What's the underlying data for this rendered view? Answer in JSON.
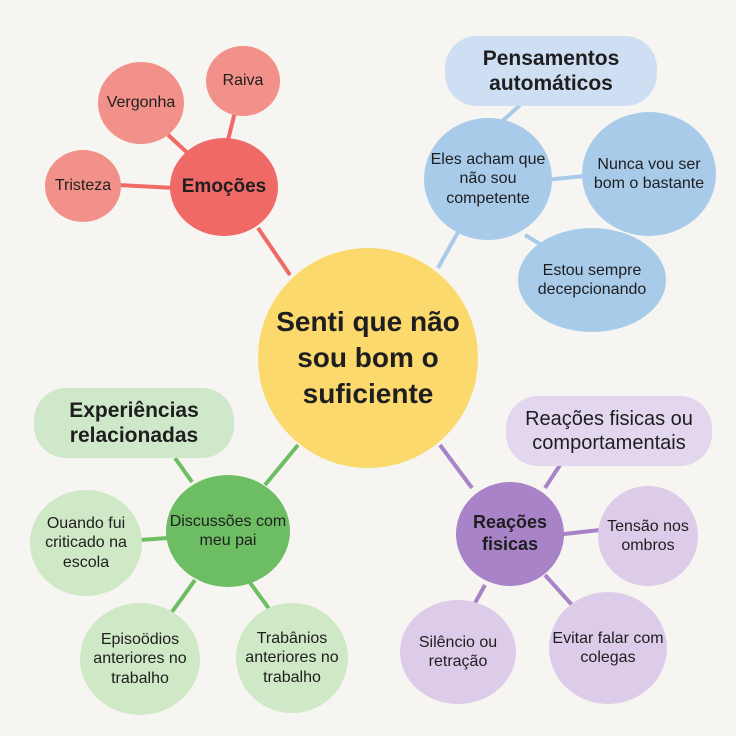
{
  "center": {
    "label": "Senti que não sou bom o suficiente"
  },
  "emotions": {
    "title": "Emoções",
    "items": [
      "Vergonha",
      "Raiva",
      "Tristeza"
    ]
  },
  "thoughts": {
    "title": "Pensamentos automáticos",
    "items": [
      "Eles acham que não sou competente",
      "Nunca vou ser bom o bastante",
      "Estou sempre decepcionando"
    ]
  },
  "physical": {
    "title": "Reações fisicas ou comportamentais",
    "main": "Reações fisicas",
    "items": [
      "Tensão nos ombros",
      "Silêncio ou retração",
      "Evitar falar com colegas"
    ]
  },
  "experiences": {
    "title": "Experiências relacionadas",
    "main": "Discussões com meu pai",
    "items": [
      "Ouando fui criticado na escola",
      "Episoödios anteriores no trabalho",
      "Trabânios anteriores no trabalho"
    ]
  },
  "colors": {
    "center": "#fbd96c",
    "emotions": "#ef6a67",
    "thoughts": "#a9cbea",
    "physical": "#a883c8",
    "experiences": "#6dbe63"
  }
}
